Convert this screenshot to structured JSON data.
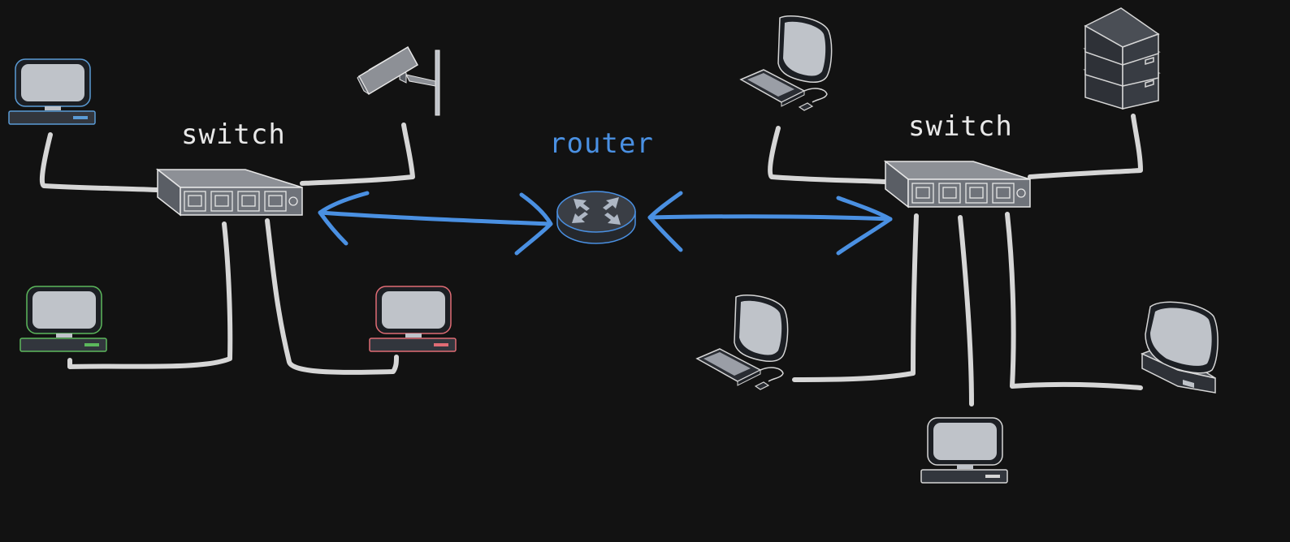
{
  "labels": {
    "switch_left": "switch",
    "switch_right": "switch",
    "router": "router"
  },
  "colors": {
    "background": "#121212",
    "router_accent": "#4a90e2",
    "wire": "#d6d6d6",
    "device_gray": "#8d9096",
    "pc_blue": "#5b9bd5",
    "pc_green": "#5cb85c",
    "pc_red": "#e06c75"
  },
  "icons": {
    "left_switch": "network-switch-icon",
    "right_switch": "network-switch-icon",
    "router": "router-icon",
    "camera": "security-camera-icon",
    "server": "server-stack-icon",
    "pc": "desktop-computer-icon",
    "crt": "crt-computer-icon"
  }
}
